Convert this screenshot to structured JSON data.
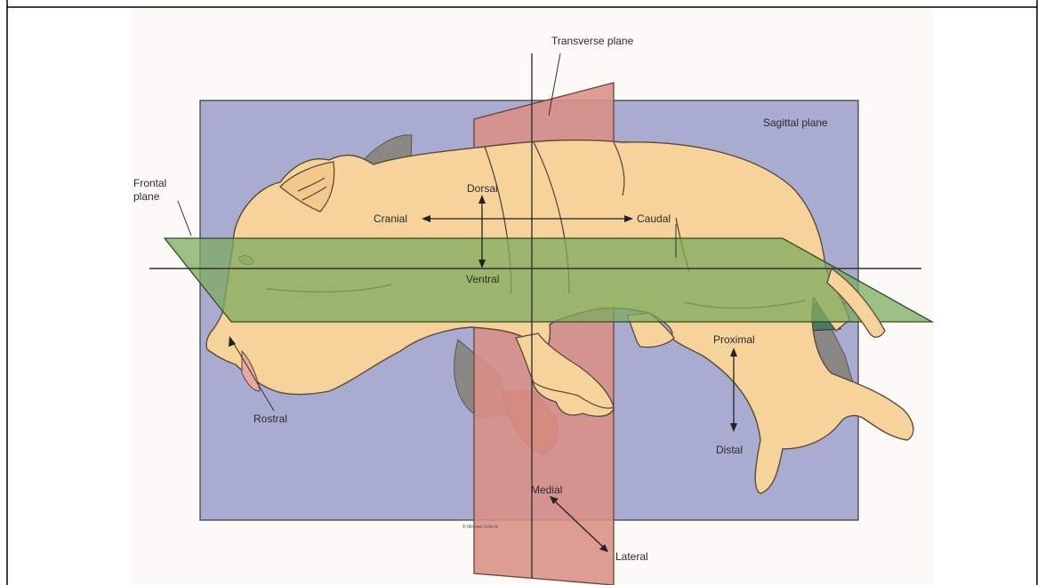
{
  "labels": {
    "transverse_plane": "Transverse plane",
    "sagittal_plane": "Sagittal plane",
    "frontal_plane_line1": "Frontal",
    "frontal_plane_line2": "plane",
    "dorsal": "Dorsal",
    "ventral": "Ventral",
    "cranial": "Cranial",
    "caudal": "Caudal",
    "rostral": "Rostral",
    "proximal": "Proximal",
    "distal": "Distal",
    "medial": "Medial",
    "lateral": "Lateral",
    "credit": "© Michael Schenk"
  },
  "colors": {
    "sagittal_plane": "#a9acd0",
    "transverse_plane": "#d98f85",
    "frontal_plane": "#7cab5e",
    "pig_body": "#f5d39a",
    "pig_shadow": "#8a8785",
    "ear_inner": "#e6b98a",
    "border": "#000000"
  }
}
